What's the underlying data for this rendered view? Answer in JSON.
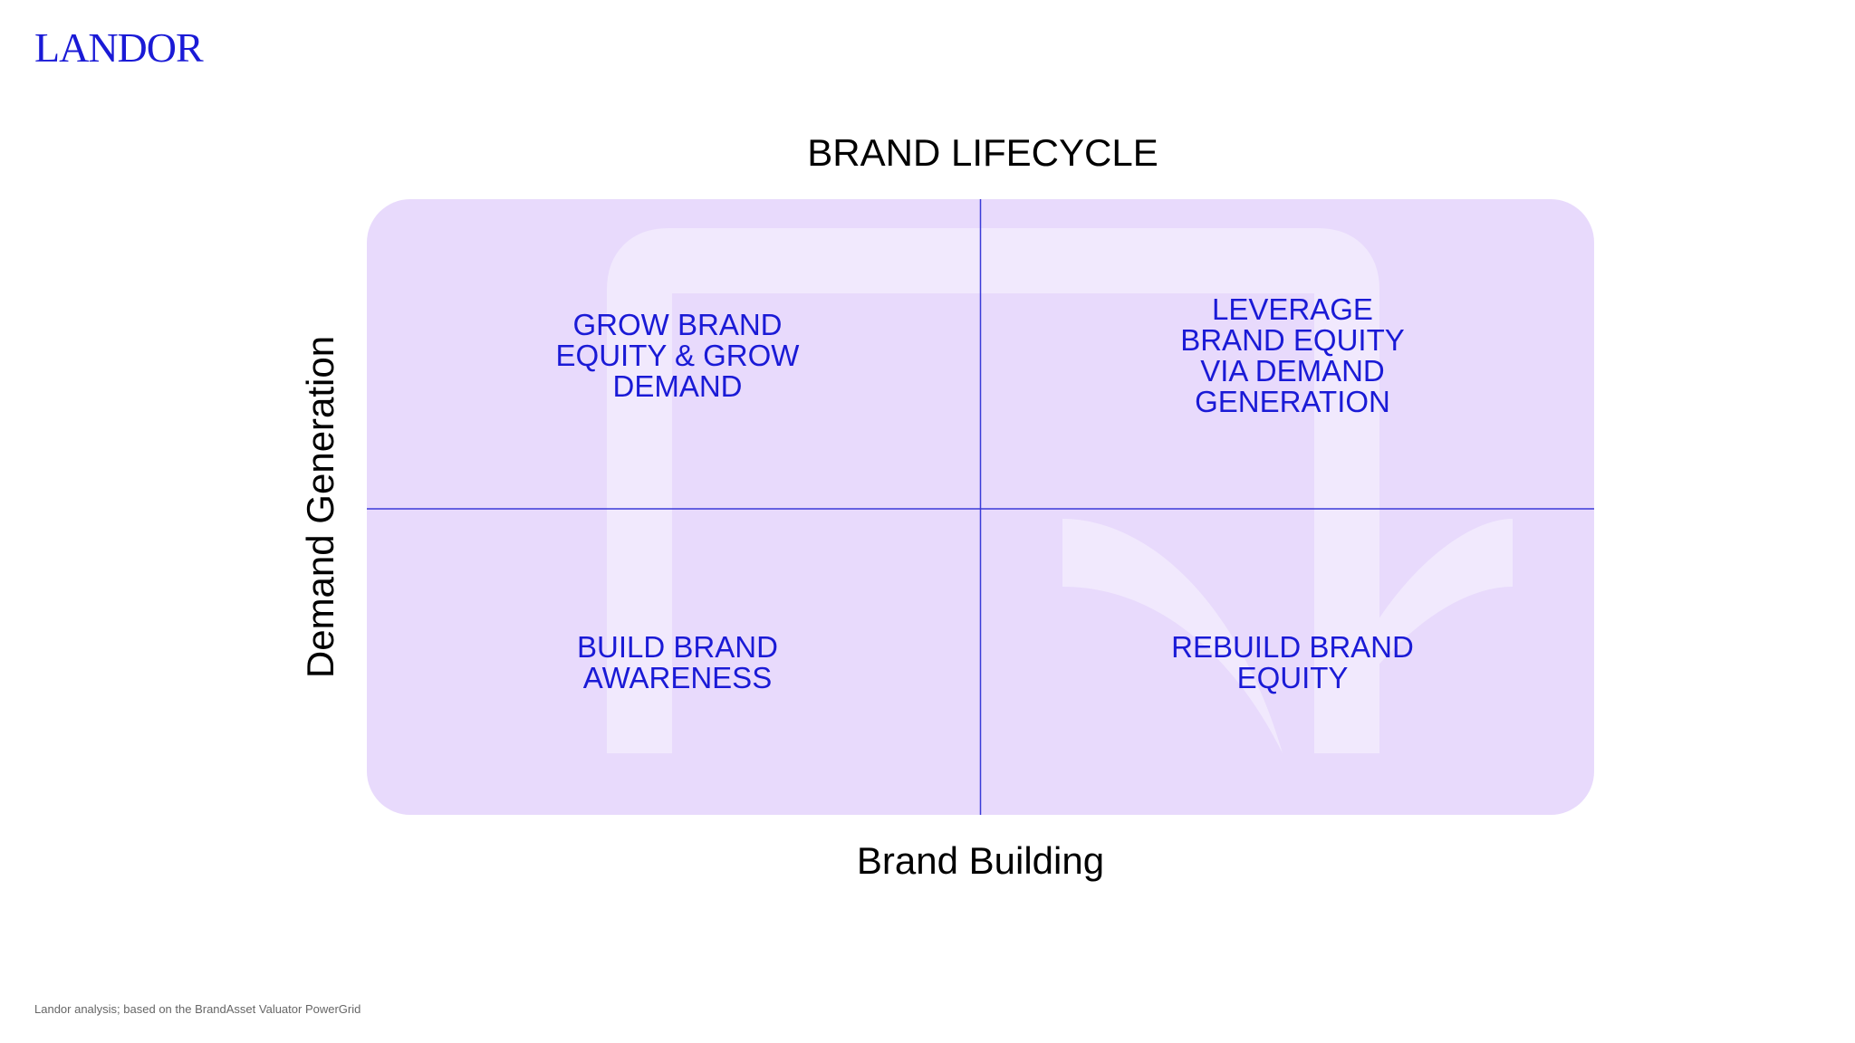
{
  "brand": {
    "logo_text": "LANDOR",
    "color": "#1a1ad6"
  },
  "diagram": {
    "title": "BRAND LIFECYCLE",
    "x_axis_label": "Brand Building",
    "y_axis_label": "Demand Generation",
    "background_color": "#e8dafc",
    "label_color": "#1a1ad6",
    "quadrants": {
      "top_left": "GROW BRAND\nEQUITY & GROW\nDEMAND",
      "top_right": "LEVERAGE\nBRAND EQUITY\nVIA DEMAND\nGENERATION",
      "bottom_left": "BUILD BRAND\nAWARENESS",
      "bottom_right": "REBUILD BRAND\nEQUITY"
    }
  },
  "footnote": "Landor analysis; based on the BrandAsset Valuator PowerGrid"
}
